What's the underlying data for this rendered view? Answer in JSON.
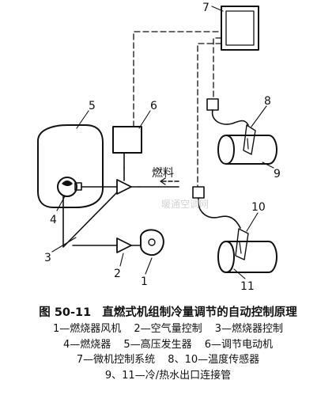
{
  "diagram": {
    "component_numbers": [
      "1",
      "2",
      "3",
      "4",
      "5",
      "6",
      "7",
      "8",
      "9",
      "10",
      "11"
    ],
    "fuel_label": "燃料",
    "watermark": "暖通空调网"
  },
  "caption": {
    "figure_label": "图 50-11",
    "title": "直燃式机组制冷量调节的自动控制原理",
    "legend_lines": [
      [
        "1—燃烧器风机",
        "2—空气量控制",
        "3—燃烧器控制"
      ],
      [
        "4—燃烧器",
        "5—高压发生器",
        "6—调节电动机"
      ],
      [
        "7—微机控制系统",
        "8、10—温度传感器"
      ],
      [
        "9、11—冷/热水出口连接管"
      ]
    ]
  }
}
